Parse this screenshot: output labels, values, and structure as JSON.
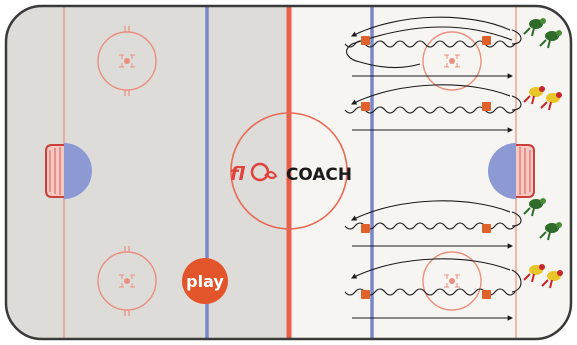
{
  "logo": {
    "prefix": "fl",
    "suffix": "COACH",
    "brand_colors": {
      "red": "#e0413a",
      "black": "#1a1a1a"
    }
  },
  "play_button": {
    "label": "play",
    "color": "#e2552a"
  },
  "rink": {
    "ice_left_color": "#dddcd8",
    "ice_right_color": "#f7f5f1",
    "center_line_color": "#ea5f4a",
    "blue_line_color": "#7a86c9",
    "goal_line_color": "#ea8f7f",
    "crease_color": "#8d99d3",
    "board_color": "#3a3a3a"
  },
  "players": {
    "team_green_color": "#2f6b2a",
    "team_yellow_color": "#e8c62a",
    "team_yellow_accent": "#c8262a"
  },
  "pucks": {
    "color": "#e0622b"
  },
  "drill": {
    "path_color": "#1a1a1a"
  }
}
